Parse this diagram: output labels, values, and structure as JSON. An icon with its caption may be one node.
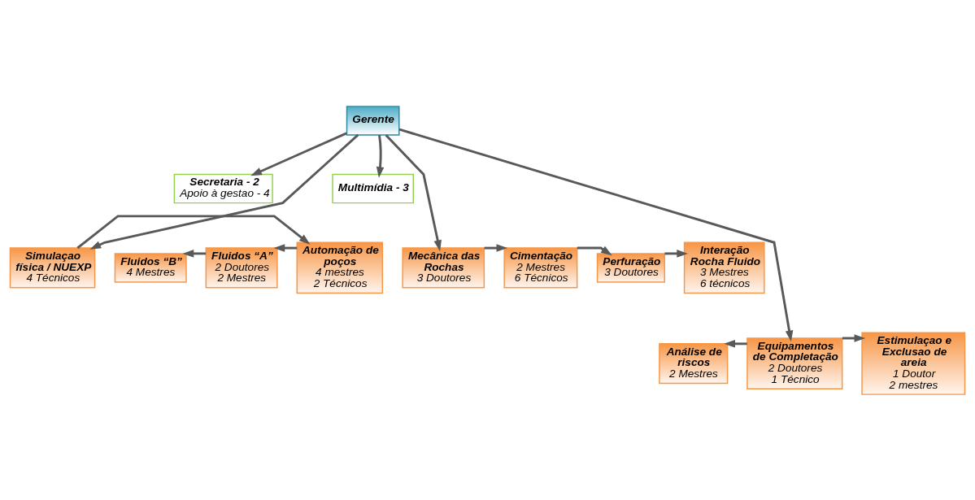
{
  "diagram": {
    "nodes": [
      {
        "text": [
          "Gerente"
        ]
      },
      {
        "text": [
          "Secretaria - 2",
          "Apoio à gestao - 4"
        ]
      },
      {
        "text": [
          "Multimídia - 3"
        ]
      },
      {
        "text": [
          "Fluidos “B”",
          "4 Mestres"
        ]
      },
      {
        "text": [
          "Fluidos “A”",
          "2 Doutores",
          "2 Mestres"
        ]
      },
      {
        "text": [
          "Automação de poços",
          "4 mestres",
          "2 Técnicos"
        ]
      },
      {
        "text": [
          "Simulaçao física / NUEXP",
          "4 Técnicos"
        ]
      },
      {
        "text": [
          "Mecânica das Rochas",
          "3 Doutores"
        ]
      },
      {
        "text": [
          "Cimentação",
          "2 Mestres",
          "6 Técnicos"
        ]
      },
      {
        "text": [
          "Perfuração",
          "3 Doutores"
        ]
      },
      {
        "text": [
          "Interação Rocha Fluido",
          "3 Mestres",
          "6 técnicos"
        ]
      },
      {
        "text": [
          "Análise de riscos",
          "2 Mestres"
        ]
      },
      {
        "text": [
          "Equipamentos de Completação",
          "2 Doutores",
          "1 Técnico"
        ]
      },
      {
        "text": [
          "Estimulaçao e Exclusao de areia",
          "1 Doutor",
          "2 mestres"
        ]
      }
    ],
    "edges": [
      {
        "from": 0,
        "to": 1,
        "arrow": "to"
      },
      {
        "from": 0,
        "to": 2,
        "arrow": "to"
      },
      {
        "from": 0,
        "to": 6,
        "arrow": "to"
      },
      {
        "from": 0,
        "to": 7,
        "arrow": "to"
      },
      {
        "from": 0,
        "to": 12,
        "arrow": "to"
      },
      {
        "from": 6,
        "to": 5,
        "arrow": "to"
      },
      {
        "from": 5,
        "to": 4,
        "arrow": "to"
      },
      {
        "from": 4,
        "to": 3,
        "arrow": "to"
      },
      {
        "from": 7,
        "to": 8,
        "arrow": "to"
      },
      {
        "from": 8,
        "to": 9,
        "arrow": "to"
      },
      {
        "from": 9,
        "to": 10,
        "arrow": "to"
      },
      {
        "from": 12,
        "to": 11,
        "arrow": "to"
      },
      {
        "from": 12,
        "to": 13,
        "arrow": "to"
      }
    ]
  }
}
